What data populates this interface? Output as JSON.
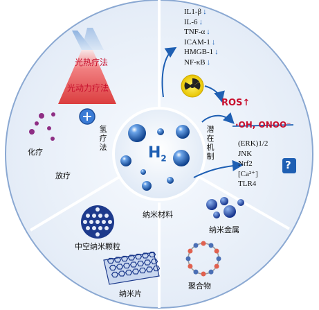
{
  "center": {
    "label": "H",
    "subscript": "2"
  },
  "labels": {
    "photothermal": "光热疗法",
    "photodynamic": "光动力疗法",
    "chemo": "化疗",
    "radio": "放疗",
    "hydrogen_therapy": "氢疗法",
    "nanomaterial": "纳米材料",
    "hollow": "中空纳米颗粒",
    "nanosheet": "纳米片",
    "polymer": "聚合物",
    "metal": "纳米金属",
    "mechanism": "潜在机制"
  },
  "markers": [
    {
      "name": "IL1-β",
      "arrow": "↓"
    },
    {
      "name": "IL-6",
      "arrow": "↓"
    },
    {
      "name": "TNF-α",
      "arrow": "↓"
    },
    {
      "name": "ICAM-1",
      "arrow": "↓"
    },
    {
      "name": "HMGB-1",
      "arrow": "↓"
    },
    {
      "name": "NF-κB",
      "arrow": "↓"
    }
  ],
  "ros": {
    "label": "ROS",
    "arrow": "↑"
  },
  "radicals": "·OH, ONOO⁻",
  "pathways": [
    "(ERK)1/2",
    "JNK",
    "Nrf2",
    "[Ca²⁺]",
    "TLR4"
  ],
  "question_mark": "?",
  "colors": {
    "ring": "#6e93c2",
    "background": "#e9f0f9",
    "accent": "#1e5fb3",
    "ros": "#c8102e",
    "plus_circle": "#3a7bd5",
    "chemo_dot": "#8e2e84",
    "polymer_node": "#e0614f"
  }
}
